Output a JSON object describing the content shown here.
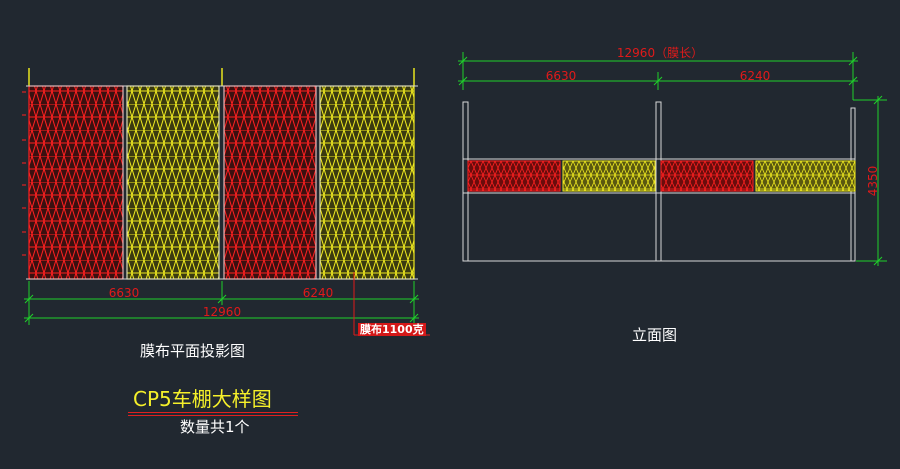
{
  "plan": {
    "caption": "膜布平面投影图",
    "dim_left": "6630",
    "dim_right": "6240",
    "dim_total": "12960",
    "note": "膜布1100克"
  },
  "elevation": {
    "caption": "立面图",
    "dim_total": "12960（膜长）",
    "dim_left": "6630",
    "dim_right": "6240",
    "dim_height": "4350"
  },
  "title_block": {
    "title": "CP5车棚大样图",
    "subtitle": "数量共1个"
  },
  "colors": {
    "background": "#212830",
    "membrane_red": "#e01a1a",
    "membrane_yellow": "#e8e41e",
    "dimension_green": "#1fd12a",
    "structure_white": "#d8d8d8"
  }
}
